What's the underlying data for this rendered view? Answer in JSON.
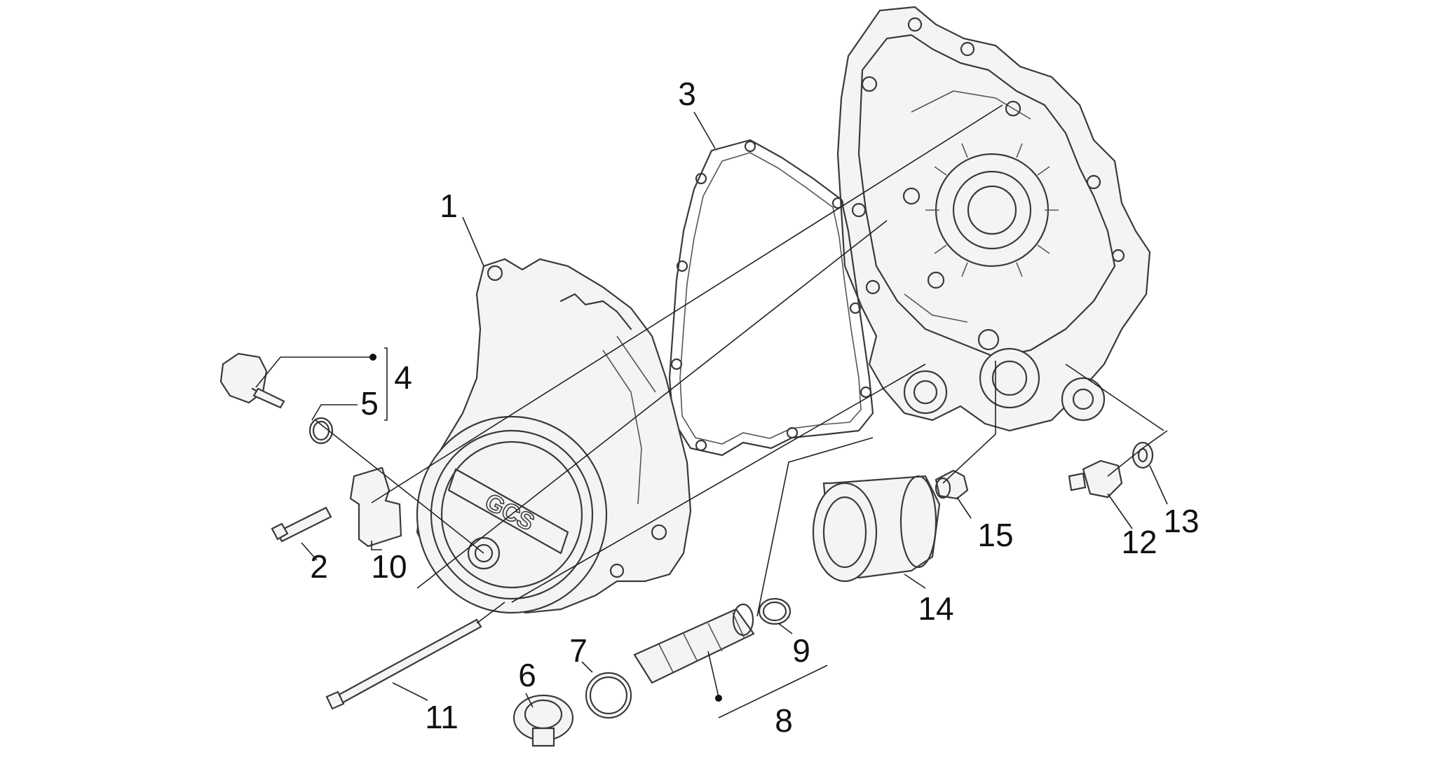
{
  "diagram": {
    "colors": {
      "line": "#3a3a3a",
      "text": "#111111",
      "background": "#ffffff"
    },
    "emblem_text": "GCS",
    "callouts": [
      {
        "id": "1",
        "label": "1"
      },
      {
        "id": "2",
        "label": "2"
      },
      {
        "id": "3",
        "label": "3"
      },
      {
        "id": "4",
        "label": "4"
      },
      {
        "id": "5",
        "label": "5"
      },
      {
        "id": "6",
        "label": "6"
      },
      {
        "id": "7",
        "label": "7"
      },
      {
        "id": "8",
        "label": "8"
      },
      {
        "id": "9",
        "label": "9"
      },
      {
        "id": "10",
        "label": "10"
      },
      {
        "id": "11",
        "label": "11"
      },
      {
        "id": "12",
        "label": "12"
      },
      {
        "id": "13",
        "label": "13"
      },
      {
        "id": "14",
        "label": "14"
      },
      {
        "id": "15",
        "label": "15"
      }
    ]
  }
}
